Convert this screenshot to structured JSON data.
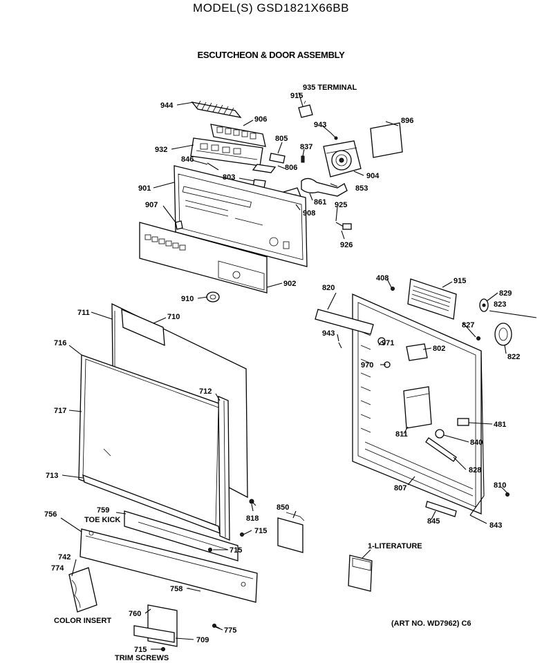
{
  "header": {
    "model": "MODEL(S) GSD1821X66BB",
    "section": "ESCUTCHEON & DOOR ASSEMBLY"
  },
  "labels": {
    "terminal": "935 TERMINAL",
    "p915a": "915",
    "p944": "944",
    "p906": "906",
    "p943a": "943",
    "p896": "896",
    "p805": "805",
    "p837": "837",
    "p932": "932",
    "p846": "846",
    "p806": "806",
    "p904": "904",
    "p803": "803",
    "p853": "853",
    "p901": "901",
    "p861": "861",
    "p925": "925",
    "p907": "907",
    "p908": "908",
    "p926": "926",
    "p902": "902",
    "p910": "910",
    "p408": "408",
    "p915b": "915",
    "p820": "820",
    "p829": "829",
    "p823": "823",
    "p711": "711",
    "p710": "710",
    "p827": "827",
    "p943b": "943",
    "p971": "971",
    "p802": "802",
    "p716": "716",
    "p822": "822",
    "p970": "970",
    "p712": "712",
    "p717": "717",
    "p481": "481",
    "p811": "811",
    "p840": "840",
    "p828": "828",
    "p713": "713",
    "p807": "807",
    "p810": "810",
    "p850": "850",
    "p818": "818",
    "p756": "756",
    "p759": "759",
    "toe_kick": "TOE KICK",
    "p715a": "715",
    "p715b": "715",
    "p845": "845",
    "p843": "843",
    "literature": "1-LITERATURE",
    "p742": "742",
    "p774": "774",
    "p758": "758",
    "p760": "760",
    "color_insert": "COLOR INSERT",
    "p775": "775",
    "art_no": "(ART NO. WD7962) C6",
    "p709": "709",
    "p715c": "715",
    "trim_screws": "TRIM SCREWS"
  }
}
